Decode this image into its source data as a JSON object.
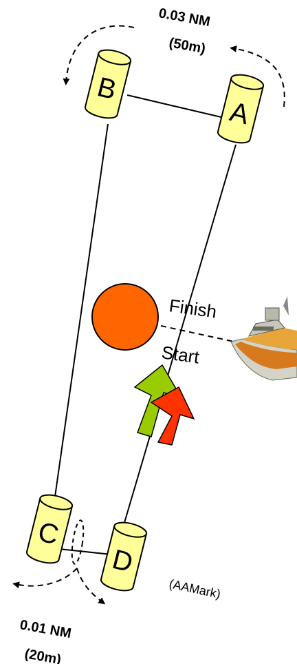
{
  "buoys": {
    "a": {
      "letter": "A"
    },
    "b": {
      "letter": "B"
    },
    "c": {
      "letter": "C"
    },
    "d": {
      "letter": "D"
    }
  },
  "top_distance": {
    "nm": "0.03 NM",
    "m": "(50m)"
  },
  "bottom_distance": {
    "nm": "0.01 NM",
    "m": "(20m)"
  },
  "labels": {
    "finish": "Finish",
    "start": "Start",
    "aamark": "(AAMark)"
  },
  "colors": {
    "buoy_fill": "#ffff99",
    "finish_circle": "#ff6600",
    "green_arrow": "#99cc00",
    "red_arrow": "#ff3300"
  }
}
